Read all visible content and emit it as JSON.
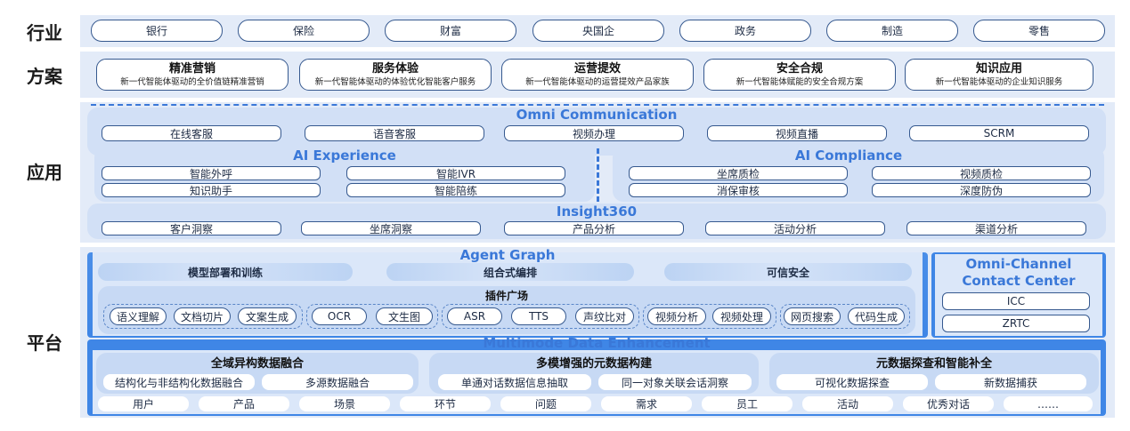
{
  "rows": {
    "industry": "行业",
    "solution": "方案",
    "application": "应用",
    "platform": "平台"
  },
  "industries": [
    "银行",
    "保险",
    "财富",
    "央国企",
    "政务",
    "制造",
    "零售"
  ],
  "solutions": [
    {
      "title": "精准营销",
      "subtitle": "新一代智能体驱动的全价值链精准营销"
    },
    {
      "title": "服务体验",
      "subtitle": "新一代智能体驱动的体验优化智能客户服务"
    },
    {
      "title": "运营提效",
      "subtitle": "新一代智能体驱动的运营提效产品家族"
    },
    {
      "title": "安全合规",
      "subtitle": "新一代智能体赋能的安全合规方案"
    },
    {
      "title": "知识应用",
      "subtitle": "新一代智能体驱动的企业知识服务"
    }
  ],
  "omni_communication": {
    "title": "Omni Communication",
    "items": [
      "在线客服",
      "语音客服",
      "视频办理",
      "视频直播",
      "SCRM"
    ]
  },
  "ai_experience": {
    "title": "AI Experience",
    "items": [
      "智能外呼",
      "智能IVR",
      "知识助手",
      "智能陪练"
    ]
  },
  "ai_compliance": {
    "title": "AI Compliance",
    "items": [
      "坐席质检",
      "视频质检",
      "消保审核",
      "深度防伪"
    ]
  },
  "insight360": {
    "title": "Insight360",
    "items": [
      "客户洞察",
      "坐席洞察",
      "产品分析",
      "活动分析",
      "渠道分析"
    ]
  },
  "agent_graph": {
    "title": "Agent Graph",
    "bars": [
      "模型部署和训练",
      "组合式编排",
      "可信安全"
    ],
    "plugin_square": "插件广场",
    "plugins": [
      "语义理解",
      "文档切片",
      "文案生成",
      "OCR",
      "文生图",
      "ASR",
      "TTS",
      "声纹比对",
      "视频分析",
      "视频处理",
      "网页搜索",
      "代码生成"
    ]
  },
  "omni_channel": {
    "title_line1": "Omni-Channel",
    "title_line2": "Contact Center",
    "items": [
      "ICC",
      "ZRTC"
    ]
  },
  "multimode": {
    "title": "Multimode Data Enhancement",
    "groups": [
      {
        "title": "全域异构数据融合",
        "items": [
          "结构化与非结构化数据融合",
          "多源数据融合"
        ]
      },
      {
        "title": "多模增强的元数据构建",
        "items": [
          "单通对话数据信息抽取",
          "同一对象关联会话洞察"
        ]
      },
      {
        "title": "元数据探查和智能补全",
        "items": [
          "可视化数据探查",
          "新数据捕获"
        ]
      }
    ],
    "tags": [
      "用户",
      "产品",
      "场景",
      "环节",
      "问题",
      "需求",
      "员工",
      "活动",
      "优秀对话",
      "……"
    ]
  },
  "colors": {
    "accent": "#3a78d8",
    "border": "#36598f",
    "band": "#e3ebf8",
    "panel": "#d2e0f6",
    "platform_blue": "#3f86e6"
  }
}
